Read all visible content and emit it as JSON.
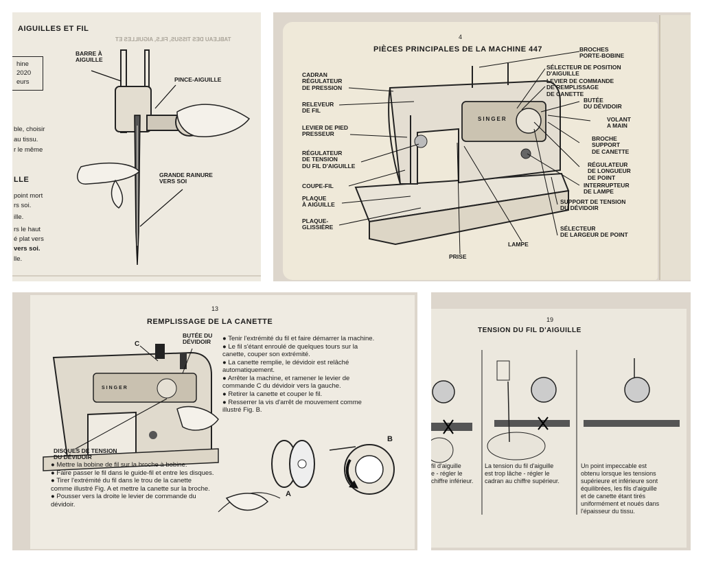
{
  "panel1": {
    "title": "AIGUILLES ET FIL",
    "header_mirror": "TABLEAU DES TISSUS, FILS, AIGUILLES ET",
    "left_fragments": [
      "hine",
      "2020",
      "eurs",
      "ble, choisir",
      "au tissu.",
      "r le même",
      "LLE",
      "point mort",
      "rs soi.",
      "ille.",
      "rs le haut",
      "é plat vers",
      "vers soi.",
      "lle."
    ],
    "labels": {
      "barre": "BARRE À\nAIGUILLE",
      "pince": "PINCE-AIGUILLE",
      "rainure": "GRANDE RAINURE\nVERS SOI"
    }
  },
  "panel2": {
    "page_number": "4",
    "title": "PIÈCES PRINCIPALES DE LA MACHINE 447",
    "labels": {
      "cadran": "CADRAN\nRÉGULATEUR\nDE PRESSION",
      "releveur": "RELEVEUR\nDE FIL",
      "levier_pied": "LEVIER DE PIED\nPRESSEUR",
      "regulateur_tension": "RÉGULATEUR\nDE TENSION\nDU FIL D'AIGUILLE",
      "coupe_fil": "COUPE-FIL",
      "plaque_aiguille": "PLAQUE\nÀ AIGUILLE",
      "plaque_glissiere": "PLAQUE-\nGLISSIÈRE",
      "prise": "PRISE",
      "lampe": "LAMPE",
      "broches": "BROCHES\nPORTE-BOBINE",
      "selecteur_position": "SÉLECTEUR DE POSITION\nD'AIGUILLE",
      "levier_commande": "LEVIER DE COMMANDE\nDE REMPLISSAGE\nDE CANETTE",
      "butee": "BUTÉE\nDU DÉVIDOIR",
      "volant": "VOLANT\nA MAIN",
      "broche_support": "BROCHE\nSUPPORT\nDE CANETTE",
      "regulateur_longueur": "RÉGULATEUR\nDE LONGUEUR\nDE POINT",
      "interrupteur": "INTERRUPTEUR\nDE LAMPE",
      "support_tension": "SUPPORT DE TENSION\nDU DÉVIDOIR",
      "selecteur_largeur": "SÉLECTEUR\nDE LARGEUR DE POINT",
      "dial_text": "SINGER"
    }
  },
  "panel3": {
    "page_number": "13",
    "title": "REMPLISSAGE DE LA CANETTE",
    "labels": {
      "c": "C",
      "butee": "BUTÉE DU\nDÉVIDOIR",
      "disques": "DISQUES DE TENSION\nDU DÉVIDOIR",
      "a": "A",
      "b": "B",
      "machine_text": "SINGER"
    },
    "right_bullets": [
      "Tenir l'extrémité du fil et faire démarrer la machine.",
      "Le fil s'étant enroulé de quelques tours sur la canette, couper son extrémité.",
      "La canette remplie, le dévidoir est relâché automatiquement.",
      "Arrêter la machine, et ramener le levier de commande C du dévidoir vers la gauche.",
      "Retirer la canette et couper le fil.",
      "Resserrer la vis d'arrêt de mouvement comme illustré Fig. B."
    ],
    "left_bullets": [
      "Mettre la bobine de fil sur la broche à bobine.",
      "Faire passer le fil dans le guide-fil et entre les disques.",
      "Tirer l'extrémité du fil dans le trou de la canette comme illustré Fig. A et mettre la canette sur la broche.",
      "Pousser vers la droite le levier de commande du dévidoir."
    ]
  },
  "panel4": {
    "page_number": "19",
    "title": "TENSION DU FIL D'AIGUILLE",
    "captions": [
      "fil d'aiguille\ne - régler le\nchiffre inférieur.",
      "La tension du fil d'aiguille\nest trop lâche - régler le\ncadran au chiffre supérieur.",
      "Un point impeccable est\nobtenu lorsque les tensions\nsupérieure et inférieure sont\néquilibrées, les fils d'aiguille\net de canette étant tirés\nuniformément et noués dans\nl'épaisseur du tissu."
    ]
  },
  "colors": {
    "paper": "#eeeae0",
    "ink": "#1b1b1b",
    "desk": "#ddd6cc"
  }
}
